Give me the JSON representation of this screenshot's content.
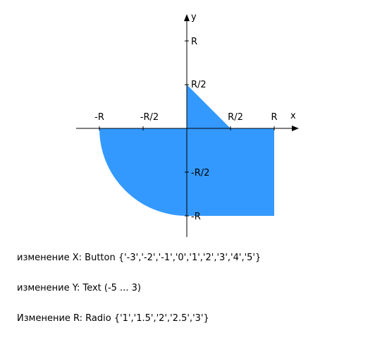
{
  "diagram": {
    "axis_x_label": "x",
    "axis_y_label": "y",
    "x_ticks": [
      "-R",
      "-R/2",
      "R/2",
      "R"
    ],
    "y_ticks": [
      "R",
      "R/2",
      "-R/2",
      "-R"
    ],
    "area_color": "#3399ff",
    "axis_color": "#000000"
  },
  "info": {
    "x_change": "изменение X: Button {'-3','-2','-1','0','1','2','3','4','5'}",
    "y_change": "изменение Y: Text (-5 ... 3)",
    "r_change": "Изменение R: Radio {'1','1.5','2','2.5','3'}"
  }
}
